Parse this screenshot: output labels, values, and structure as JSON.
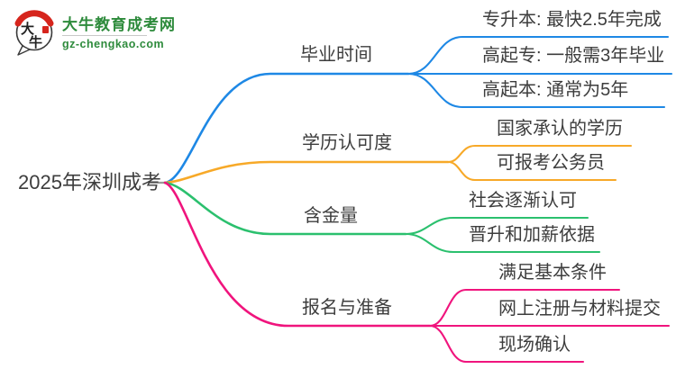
{
  "brand": {
    "title": "大牛教育成考网",
    "site": "gz-chengkao.com",
    "icon_char_top": "大",
    "icon_char_bottom": "牛",
    "title_color": "#2E8B3C",
    "seal_color": "#D6251D"
  },
  "mindmap": {
    "root": "2025年深圳成考",
    "text_color": "#3D3D3D",
    "stub_color": "#999999",
    "branches": [
      {
        "label": "毕业时间",
        "color": "#1E88E5",
        "children": [
          "专升本: 最快2.5年完成",
          "高起专: 一般需3年毕业",
          "高起本: 通常为5年"
        ]
      },
      {
        "label": "学历认可度",
        "color": "#F7A928",
        "children": [
          "国家承认的学历",
          "可报考公务员"
        ]
      },
      {
        "label": "含金量",
        "color": "#2BC06E",
        "children": [
          "社会逐渐认可",
          "晋升和加薪依据"
        ]
      },
      {
        "label": "报名与准备",
        "color": "#F0147D",
        "children": [
          "满足基本条件",
          "网上注册与材料提交",
          "现场确认"
        ]
      }
    ]
  }
}
